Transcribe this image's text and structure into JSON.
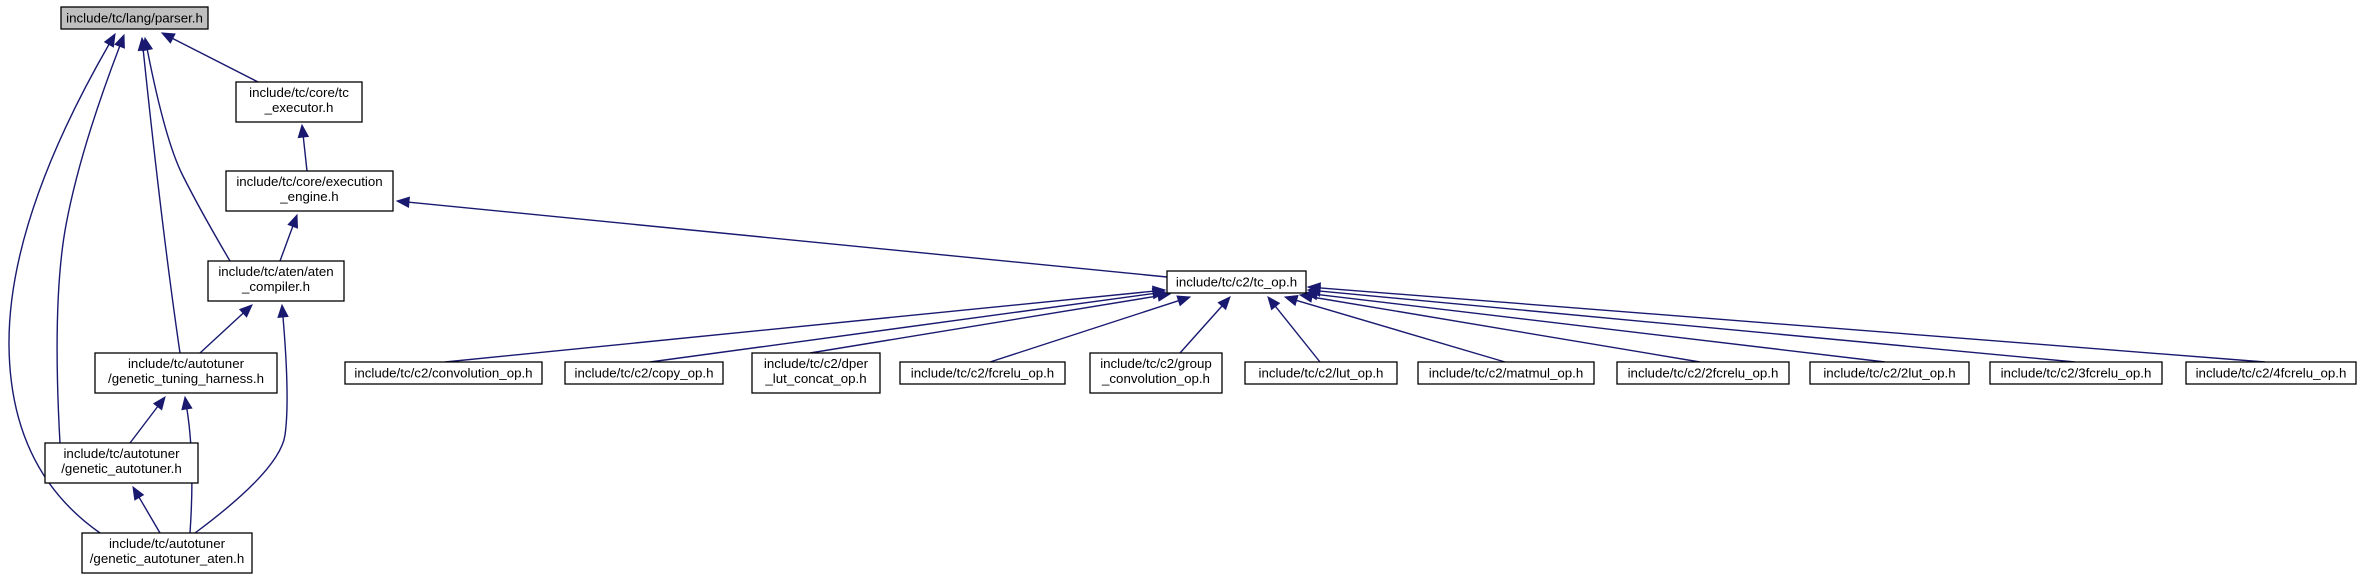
{
  "graph": {
    "nodes": [
      {
        "id": "parser",
        "lines": [
          "include/tc/lang/parser.h"
        ],
        "highlight": true
      },
      {
        "id": "tc_executor",
        "lines": [
          "include/tc/core/tc",
          "_executor.h"
        ]
      },
      {
        "id": "execution_engine",
        "lines": [
          "include/tc/core/execution",
          "_engine.h"
        ]
      },
      {
        "id": "aten_compiler",
        "lines": [
          "include/tc/aten/aten",
          "_compiler.h"
        ]
      },
      {
        "id": "genetic_tuning_harness",
        "lines": [
          "include/tc/autotuner",
          "/genetic_tuning_harness.h"
        ]
      },
      {
        "id": "genetic_autotuner",
        "lines": [
          "include/tc/autotuner",
          "/genetic_autotuner.h"
        ]
      },
      {
        "id": "genetic_autotuner_aten",
        "lines": [
          "include/tc/autotuner",
          "/genetic_autotuner_aten.h"
        ]
      },
      {
        "id": "tc_op",
        "lines": [
          "include/tc/c2/tc_op.h"
        ]
      },
      {
        "id": "convolution_op",
        "lines": [
          "include/tc/c2/convolution_op.h"
        ]
      },
      {
        "id": "copy_op",
        "lines": [
          "include/tc/c2/copy_op.h"
        ]
      },
      {
        "id": "dper_lut_concat_op",
        "lines": [
          "include/tc/c2/dper",
          "_lut_concat_op.h"
        ]
      },
      {
        "id": "fcrelu_op",
        "lines": [
          "include/tc/c2/fcrelu_op.h"
        ]
      },
      {
        "id": "group_convolution_op",
        "lines": [
          "include/tc/c2/group",
          "_convolution_op.h"
        ]
      },
      {
        "id": "lut_op",
        "lines": [
          "include/tc/c2/lut_op.h"
        ]
      },
      {
        "id": "matmul_op",
        "lines": [
          "include/tc/c2/matmul_op.h"
        ]
      },
      {
        "id": "2fcrelu_op",
        "lines": [
          "include/tc/c2/2fcrelu_op.h"
        ]
      },
      {
        "id": "2lut_op",
        "lines": [
          "include/tc/c2/2lut_op.h"
        ]
      },
      {
        "id": "3fcrelu_op",
        "lines": [
          "include/tc/c2/3fcrelu_op.h"
        ]
      },
      {
        "id": "4fcrelu_op",
        "lines": [
          "include/tc/c2/4fcrelu_op.h"
        ]
      }
    ],
    "edges": [
      {
        "from": "tc_executor",
        "to": "parser"
      },
      {
        "from": "aten_compiler",
        "to": "parser"
      },
      {
        "from": "genetic_tuning_harness",
        "to": "parser"
      },
      {
        "from": "genetic_autotuner",
        "to": "parser"
      },
      {
        "from": "genetic_autotuner_aten",
        "to": "parser"
      },
      {
        "from": "execution_engine",
        "to": "tc_executor"
      },
      {
        "from": "aten_compiler",
        "to": "execution_engine"
      },
      {
        "from": "tc_op",
        "to": "execution_engine"
      },
      {
        "from": "genetic_tuning_harness",
        "to": "aten_compiler"
      },
      {
        "from": "genetic_autotuner_aten",
        "to": "aten_compiler"
      },
      {
        "from": "genetic_autotuner",
        "to": "genetic_tuning_harness"
      },
      {
        "from": "genetic_autotuner_aten",
        "to": "genetic_tuning_harness"
      },
      {
        "from": "genetic_autotuner_aten",
        "to": "genetic_autotuner"
      },
      {
        "from": "convolution_op",
        "to": "tc_op"
      },
      {
        "from": "copy_op",
        "to": "tc_op"
      },
      {
        "from": "dper_lut_concat_op",
        "to": "tc_op"
      },
      {
        "from": "fcrelu_op",
        "to": "tc_op"
      },
      {
        "from": "group_convolution_op",
        "to": "tc_op"
      },
      {
        "from": "lut_op",
        "to": "tc_op"
      },
      {
        "from": "matmul_op",
        "to": "tc_op"
      },
      {
        "from": "2fcrelu_op",
        "to": "tc_op"
      },
      {
        "from": "2lut_op",
        "to": "tc_op"
      },
      {
        "from": "3fcrelu_op",
        "to": "tc_op"
      },
      {
        "from": "4fcrelu_op",
        "to": "tc_op"
      }
    ]
  }
}
